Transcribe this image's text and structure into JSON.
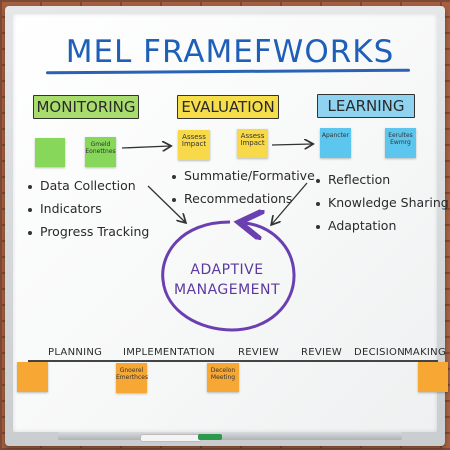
{
  "title": "MEL FRAMEFWORKS",
  "columns": [
    {
      "heading": "MONITORING",
      "color": "#a8dd6e",
      "stickies": [
        "",
        "Gmeld Eonettnes"
      ],
      "bullets": [
        "Data Collection",
        "Indicators",
        "Progress Tracking"
      ]
    },
    {
      "heading": "EVALUATION",
      "color": "#f6dd4a",
      "stickies": [
        "Assess Impact",
        "Assess Impact"
      ],
      "bullets": [
        "Summatie/Formative",
        "Recommedations"
      ]
    },
    {
      "heading": "LEARNING",
      "color": "#8fd3f0",
      "stickies": [
        "Apancter",
        "Eerultes Ewmrg"
      ],
      "bullets": [
        "Reflection",
        "Knowledge Sharing",
        "Adaptation"
      ]
    }
  ],
  "center": {
    "line1": "ADAPTIVE",
    "line2": "MANAGEMENT",
    "color": "#6a3fb0"
  },
  "timeline": {
    "labels": [
      "PLANNING",
      "IMPLEMENTATION",
      "REVIEW",
      "REVIEW",
      "DECISION",
      "MAKING"
    ],
    "stickies": [
      "",
      "Gnoerel Emerthces",
      "Decelon Meeting",
      ""
    ]
  }
}
